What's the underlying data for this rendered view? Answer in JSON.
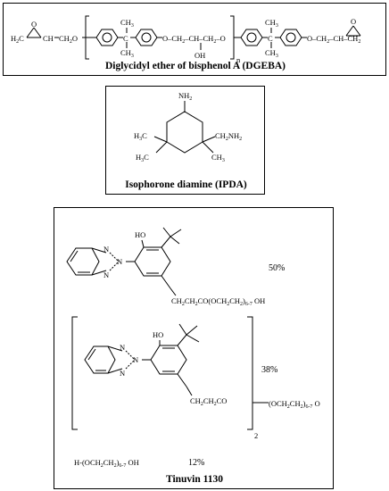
{
  "dgeba": {
    "caption": "Diglycidyl ether of bisphenol A (DGEBA)",
    "repeat_n": "n",
    "atoms": {
      "h2c": "H2C",
      "ch": "CH",
      "ch2": "CH2",
      "o": "O",
      "ch3": "CH3",
      "c": "C",
      "oh": "OH"
    }
  },
  "ipda": {
    "caption": "Isophorone diamine (IPDA)",
    "atoms": {
      "nh2": "NH2",
      "h3c": "H3C",
      "ch3": "CH3",
      "ch2nh2": "CH2NH2"
    }
  },
  "tinuvin": {
    "caption": "Tinuvin 1130",
    "components": [
      {
        "percent": "50%",
        "tail": "CH2CH2CO(OCH2CH2)6-7 OH"
      },
      {
        "percent": "38%",
        "multiplier": "2",
        "tail_left": "CH2CH2CO",
        "tail_right": "(OCH2CH2)6-7 O"
      },
      {
        "percent": "12%",
        "formula": "H-(OCH2CH2)6-7 OH"
      }
    ],
    "atoms": {
      "ho": "HO",
      "n": "N"
    }
  }
}
